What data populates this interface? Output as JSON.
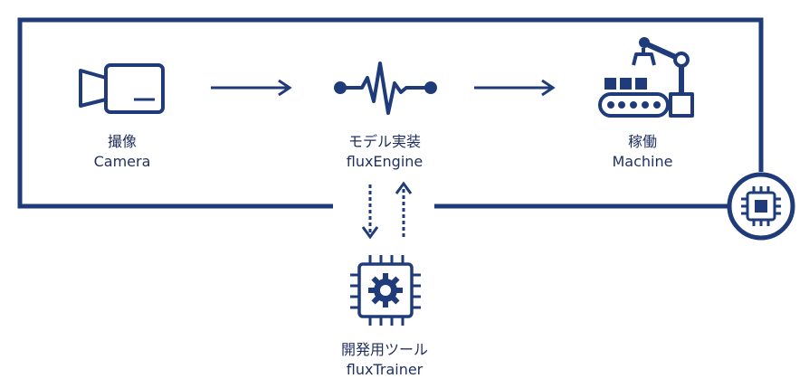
{
  "colors": {
    "primary": "#1f3b7a",
    "background": "#ffffff"
  },
  "nodes": {
    "camera": {
      "label_jp": "撮像",
      "label_en": "Camera",
      "icon": "video-camera-icon"
    },
    "engine": {
      "label_jp": "モデル実装",
      "label_en": "fluxEngine",
      "icon": "waveform-icon"
    },
    "machine": {
      "label_jp": "稼働",
      "label_en": "Machine",
      "icon": "robot-arm-conveyor-icon"
    },
    "trainer": {
      "label_jp": "開発用ツール",
      "label_en": "fluxTrainer",
      "icon": "chip-gear-icon"
    }
  },
  "badge": {
    "icon": "chip-icon"
  }
}
